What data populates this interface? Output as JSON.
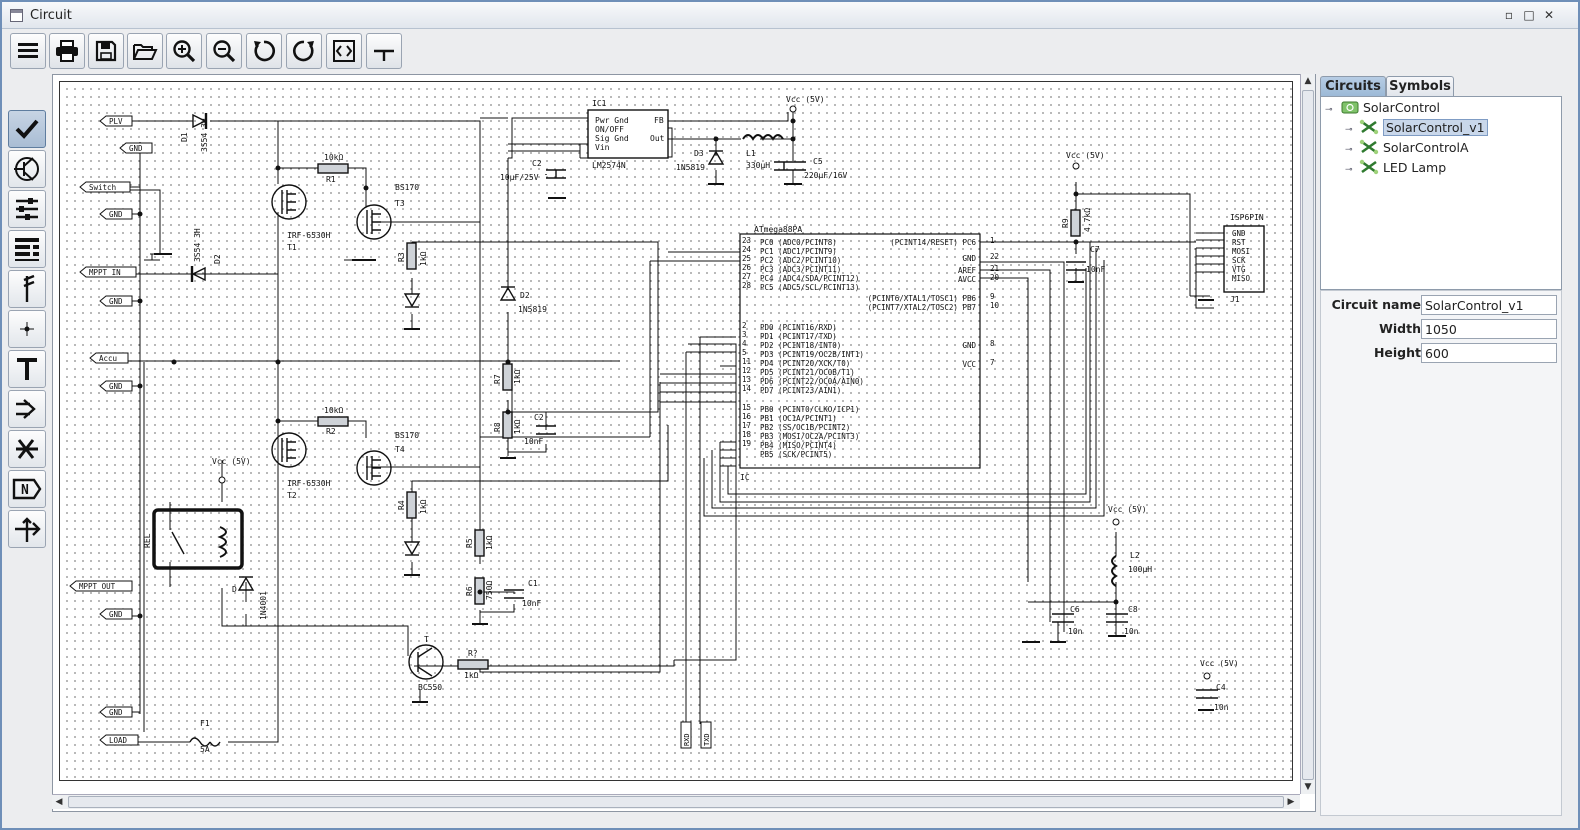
{
  "window": {
    "title": "Circuit",
    "controls": [
      "restore-icon",
      "maximize-icon",
      "close-icon"
    ]
  },
  "toolbar": {
    "buttons": [
      "menu-icon",
      "print-icon",
      "save-icon",
      "open-icon",
      "zoom-in-icon",
      "zoom-out-icon",
      "undo-icon",
      "redo-icon",
      "fit-icon",
      "crosshair-icon"
    ]
  },
  "tools": {
    "items": [
      "select-tool-icon",
      "component-tool-icon",
      "adjust-tool-icon",
      "bus-tool-icon",
      "wire-tool-icon",
      "junction-tool-icon",
      "text-tool-icon",
      "signal-tool-icon",
      "delete-tool-icon",
      "netlabel-tool-icon",
      "move-tool-icon"
    ],
    "active": "select-tool-icon"
  },
  "tabs": [
    {
      "label": "Circuits",
      "active": true
    },
    {
      "label": "Symbols",
      "active": false
    }
  ],
  "tree": {
    "root": "SolarControl",
    "children": [
      {
        "label": "SolarControl_v1",
        "selected": true
      },
      {
        "label": "SolarControlA",
        "selected": false
      },
      {
        "label": "LED Lamp",
        "selected": false
      }
    ]
  },
  "properties": [
    {
      "label": "Circuit name",
      "value": "SolarControl_v1"
    },
    {
      "label": "Width",
      "value": "1050"
    },
    {
      "label": "Height",
      "value": "600"
    }
  ],
  "schematic": {
    "ports": [
      "PLV",
      "GND",
      "Switch",
      "GND",
      "MPPT IN",
      "GND",
      "Accu",
      "GND",
      "MPPT OUT",
      "GND",
      "GND",
      "LOAD",
      "RXD",
      "TXD"
    ],
    "labels": {
      "d1": "D1",
      "d1v": "3S54 3H",
      "d2": "D2",
      "d2v": "3S54 3H",
      "r1": "R1",
      "r1v": "10kΩ",
      "r2": "R2",
      "r2v": "10kΩ",
      "t1": "T1",
      "t1v": "IRF-6530H",
      "t2": "T2",
      "t2v": "IRF-6530H",
      "t3": "T3",
      "t3v": "BS170",
      "t4": "T4",
      "t4v": "BS170",
      "r3": "R3",
      "r3v": "1kΩ",
      "r4": "R4",
      "r4v": "1kΩ",
      "r5": "R5",
      "r5v": "1kΩ",
      "r6": "R6",
      "r6v": "750Ω",
      "r7": "R7",
      "r7v": "1kΩ",
      "r8": "R8",
      "r8v": "1kΩ",
      "r9": "R9",
      "r9v": "4.7kΩ",
      "rb": "R?",
      "rbv": "1kΩ",
      "ic1": "IC1",
      "ic1v": "LM2574N",
      "ic1pins": [
        "Pwr Gnd",
        "ON/OFF",
        "Sig Gnd",
        "Vin",
        "FB",
        "Out"
      ],
      "c2": "C2",
      "c2v": "10µF/25V",
      "c5": "C5",
      "c5v": "220µF/16V",
      "c1": "C1",
      "c1v": "10nF",
      "c3": "C2",
      "c3v": "10nF",
      "c6": "C6",
      "c6v": "10n",
      "c7": "C7",
      "c7v": "10nF",
      "c8": "C8",
      "c8v": "10n",
      "c4": "C4",
      "c4v": "10n",
      "d3": "D3",
      "d3v": "1N5819",
      "dz": "D2",
      "dzv": "1N5819",
      "l1": "L1",
      "l1v": "330µH",
      "l2": "L2",
      "l2v": "100µH",
      "vcc": "Vcc (5V)",
      "mcu": "ATmega88PA",
      "mculeft": [
        "PC0 (ADC0/PCINT8)",
        "PC1 (ADC1/PCINT9)",
        "PC2 (ADC2/PCINT10)",
        "PC3 (ADC3/PCINT11)",
        "PC4 (ADC4/SDA/PCINT12)",
        "PC5 (ADC5/SCL/PCINT13)",
        "PD0 (PCINT16/RXD)",
        "PD1 (PCINT17/TXD)",
        "PD2 (PCINT18/INT0)",
        "PD3 (PCINT19/OC2B/INT1)",
        "PD4 (PCINT20/XCK/T0)",
        "PD5 (PCINT21/OC0B/T1)",
        "PD6 (PCINT22/OC0A/AIN0)",
        "PD7 (PCINT23/AIN1)",
        "PB0 (PCINT0/CLKO/ICP1)",
        "PB1 (OC1A/PCINT1)",
        "PB2 (SS/OC1B/PCINT2)",
        "PB3 (MOSI/OC2A/PCINT3)",
        "PB4 (MISO/PCINT4)",
        "PB5 (SCK/PCINT5)"
      ],
      "mculeftpins": [
        "23",
        "24",
        "25",
        "26",
        "27",
        "28",
        "2",
        "3",
        "4",
        "5",
        "11",
        "12",
        "13",
        "14",
        "15",
        "16",
        "17",
        "18",
        "19"
      ],
      "mcuright": [
        "(PCINT14/RESET) PC6",
        "GND",
        "AREF",
        "AVCC",
        "(PCINT6/XTAL1/TOSC1) PB6",
        "(PCINT7/XTAL2/TOSC2) PB7",
        "GND",
        "VCC"
      ],
      "mcurightpins": [
        "1",
        "22",
        "21",
        "20",
        "9",
        "10",
        "8",
        "7"
      ],
      "isp": "ISP6PIN",
      "ispv": "J1",
      "isppins": [
        "GND",
        "RST",
        "MOSI",
        "SCK",
        "VTG",
        "MISO"
      ],
      "rel": "REL",
      "d": "D",
      "dv": "1N4001",
      "t": "T",
      "tv": "BC550",
      "f1": "F1",
      "f1v": "5A",
      "ic": "IC"
    }
  }
}
